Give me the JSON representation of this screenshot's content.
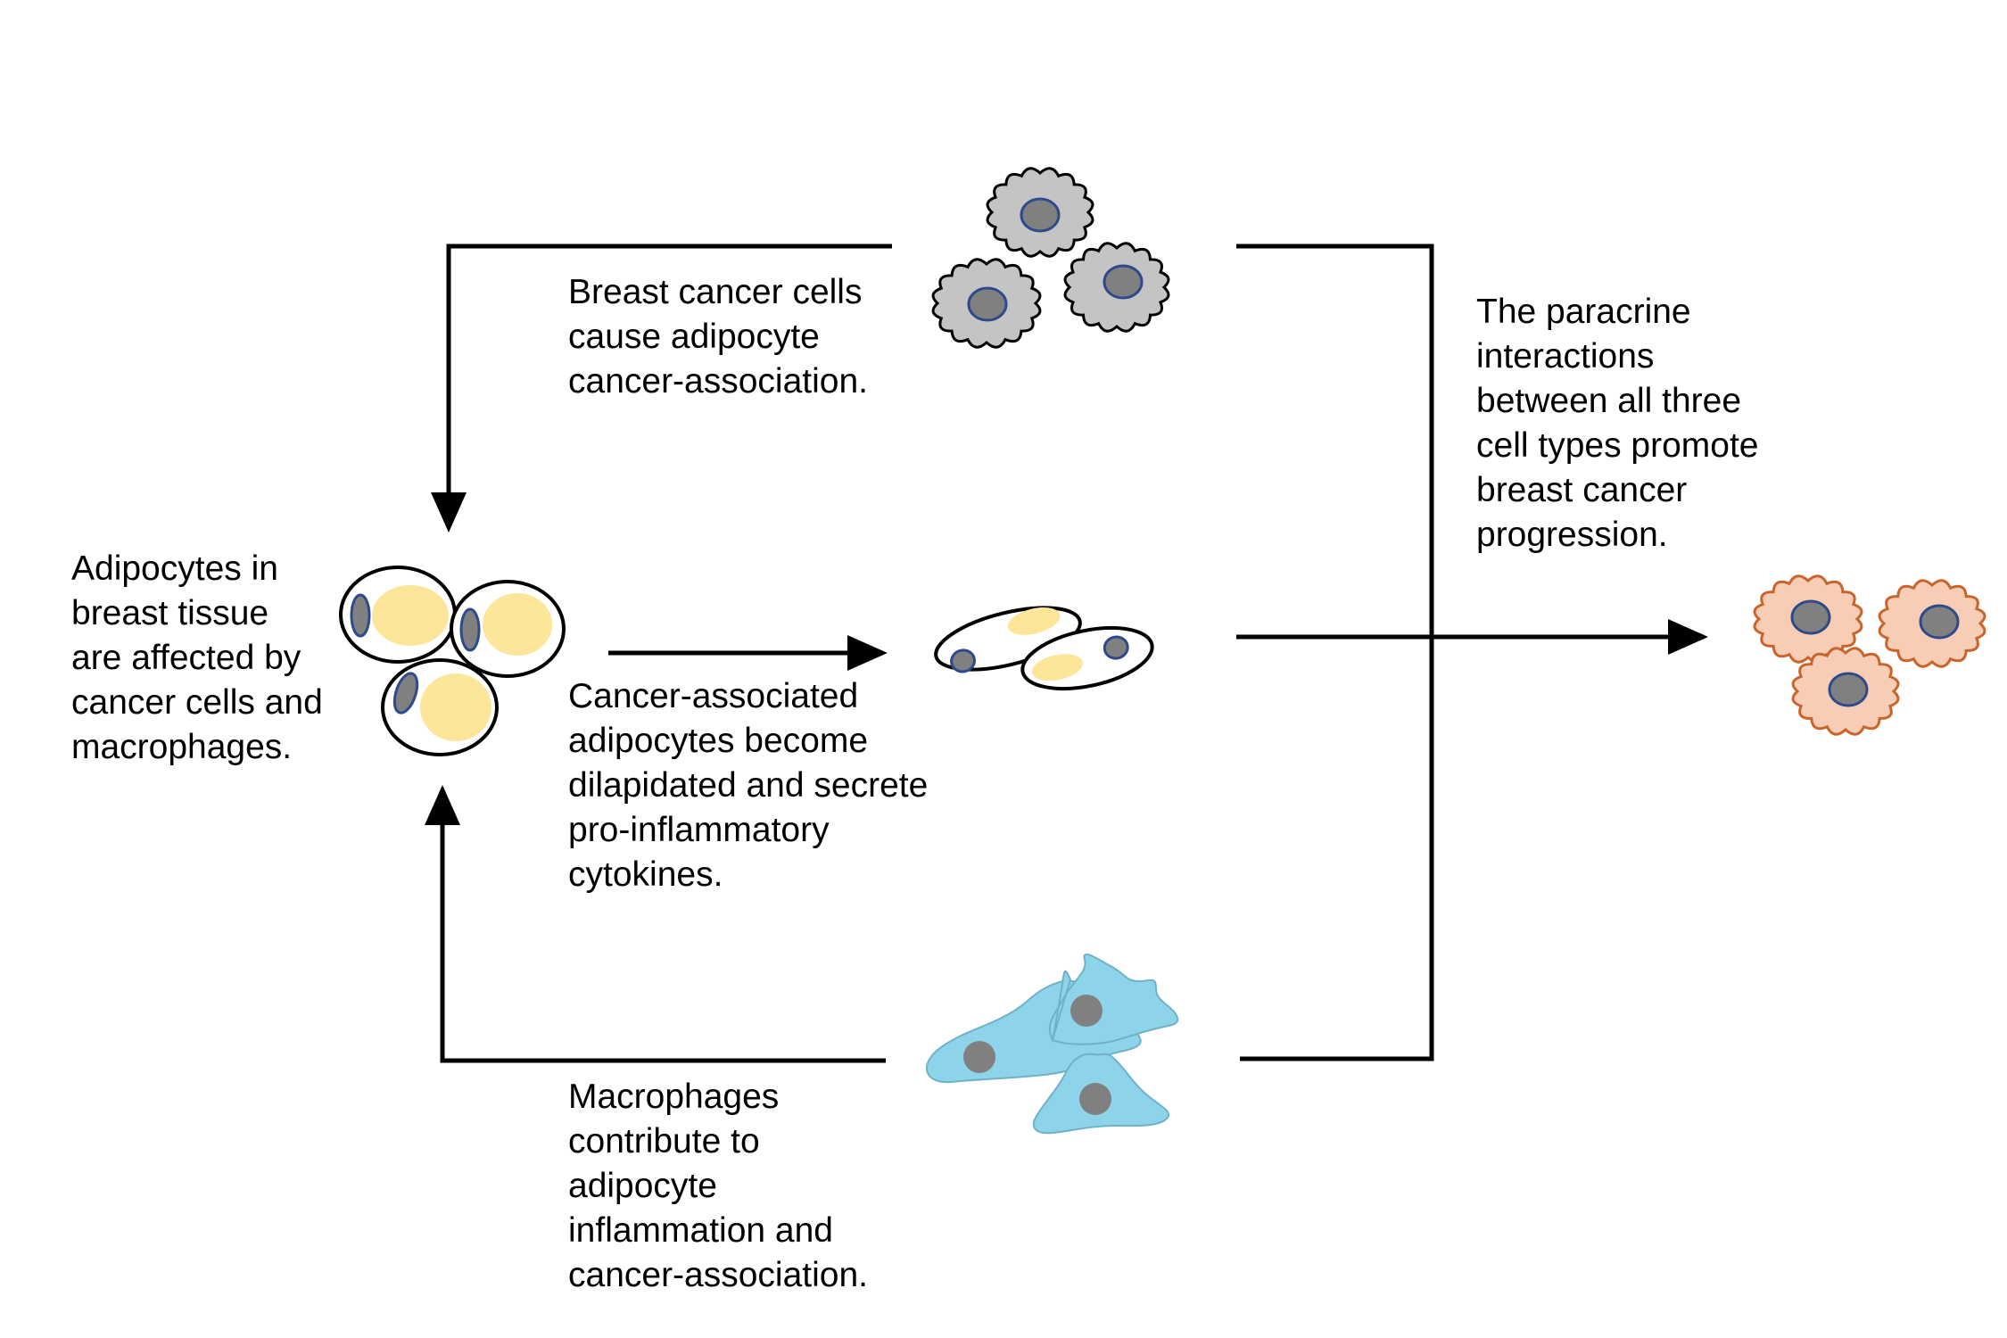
{
  "labels": {
    "adipocytes": [
      "Adipocytes in",
      "breast tissue",
      "are affected by",
      "cancer cells and",
      "macrophages."
    ],
    "cancer_cells": [
      "Breast cancer cells",
      "cause adipocyte",
      "cancer-association."
    ],
    "cancer_associated_adipocytes": [
      "Cancer-associated",
      "adipocytes become",
      "dilapidated and secrete",
      "pro-inflammatory",
      "cytokines."
    ],
    "macrophages": [
      "Macrophages",
      "contribute to",
      "adipocyte",
      "inflammation and",
      "cancer-association."
    ],
    "paracrine": [
      "The paracrine",
      "interactions",
      "between all three",
      "cell types promote",
      "breast cancer",
      "progression."
    ]
  },
  "colors": {
    "adipocyte_lipid": "#fde59a",
    "nucleus_fill": "#808080",
    "nucleus_edge": "#2f4a8a",
    "cancer_cell_fill": "#c4c4c4",
    "macrophage_fill": "#8dd3ea",
    "progressed_cell_fill": "#f7cdb5",
    "progressed_cell_edge": "#c8652c",
    "line": "#000000"
  }
}
